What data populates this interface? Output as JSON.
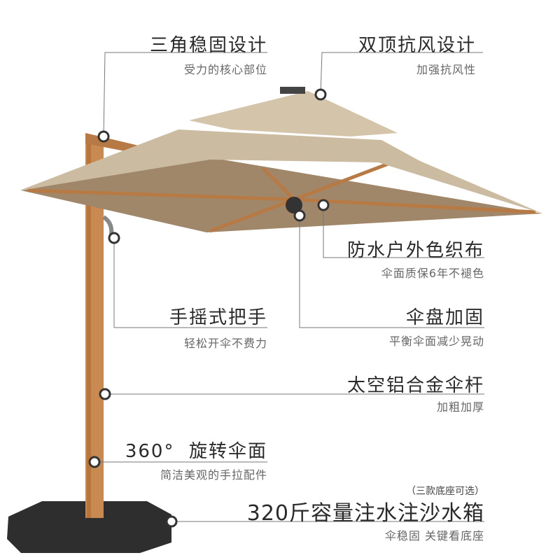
{
  "features": [
    {
      "title": "三角稳固设计",
      "subtitle": "受力的核心部位"
    },
    {
      "title": "双顶抗风设计",
      "subtitle": "加强抗风性"
    },
    {
      "title": "防水户外色织布",
      "subtitle": "伞面质保6年不褪色"
    },
    {
      "title": "手摇式把手",
      "subtitle": "轻松开伞不费力"
    },
    {
      "title": "伞盘加固",
      "subtitle": "平衡伞面减少晃动"
    },
    {
      "title": "太空铝合金伞杆",
      "subtitle": "加粗加厚"
    },
    {
      "title": "360°  旋转伞面",
      "subtitle": "简洁美观的手拉配件"
    }
  ],
  "base": {
    "note": "（三款底座可选）",
    "title": "320斤容量注水注沙水箱",
    "subtitle": "伞稳固 关键看底座"
  },
  "colors": {
    "canopy": "#cbbba0",
    "wood": "#c98a52",
    "base": "#2e2e2e"
  }
}
